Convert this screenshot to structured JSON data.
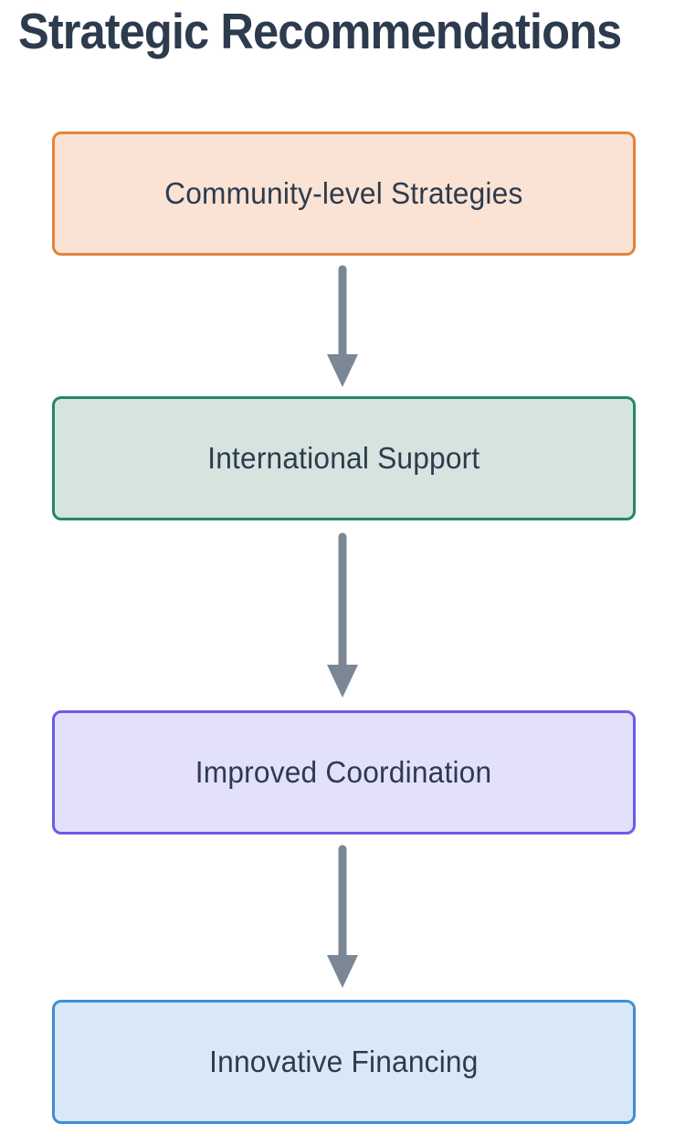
{
  "title": "Strategic Recommendations",
  "title_color": "#2d3b4e",
  "text_color": "#2d3b4e",
  "diagram": {
    "type": "flowchart",
    "direction": "top-down",
    "arrow_color": "#7b8795",
    "nodes": [
      {
        "id": "community",
        "label": "Community-level Strategies",
        "fill": "#fae3d4",
        "border": "#e0853c"
      },
      {
        "id": "international",
        "label": "International Support",
        "fill": "#d6e4df",
        "border": "#27856a"
      },
      {
        "id": "coordination",
        "label": "Improved Coordination",
        "fill": "#e3e0fb",
        "border": "#6c5ce7"
      },
      {
        "id": "financing",
        "label": "Innovative Financing",
        "fill": "#d8e8f7",
        "border": "#3d8fd6"
      }
    ],
    "edges": [
      {
        "from": "community",
        "to": "international"
      },
      {
        "from": "international",
        "to": "coordination"
      },
      {
        "from": "coordination",
        "to": "financing"
      }
    ]
  }
}
